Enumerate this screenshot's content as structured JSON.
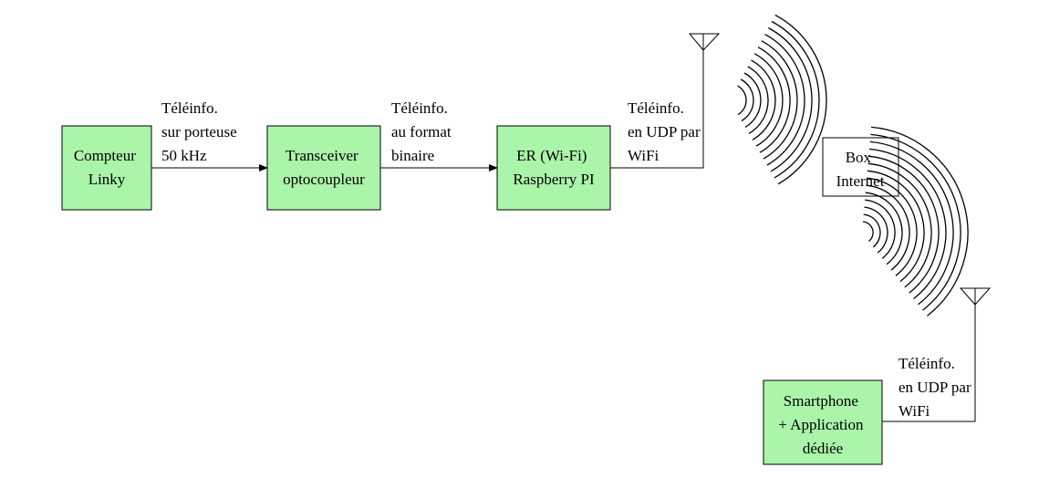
{
  "diagram": {
    "colors": {
      "block_fill": "#aaf5a9",
      "box_fill": "#ffffff",
      "stroke": "#000000"
    },
    "blocks": {
      "compteur": [
        "Compteur",
        "Linky"
      ],
      "transceiver": [
        "Transceiver",
        "optocoupleur"
      ],
      "er": [
        "ER (Wi-Fi)",
        "Raspberry PI"
      ],
      "box": [
        "Box",
        "Internet"
      ],
      "smartphone": [
        "Smartphone",
        "+ Application",
        "dédiée"
      ]
    },
    "links": {
      "porteuse": [
        "Téléinfo.",
        "sur porteuse",
        "50 kHz"
      ],
      "binaire": [
        "Téléinfo.",
        "au format",
        "binaire"
      ],
      "udp_er": [
        "Téléinfo.",
        "en UDP par",
        "WiFi"
      ],
      "udp_phone": [
        "Téléinfo.",
        "en UDP par",
        "WiFi"
      ]
    }
  }
}
